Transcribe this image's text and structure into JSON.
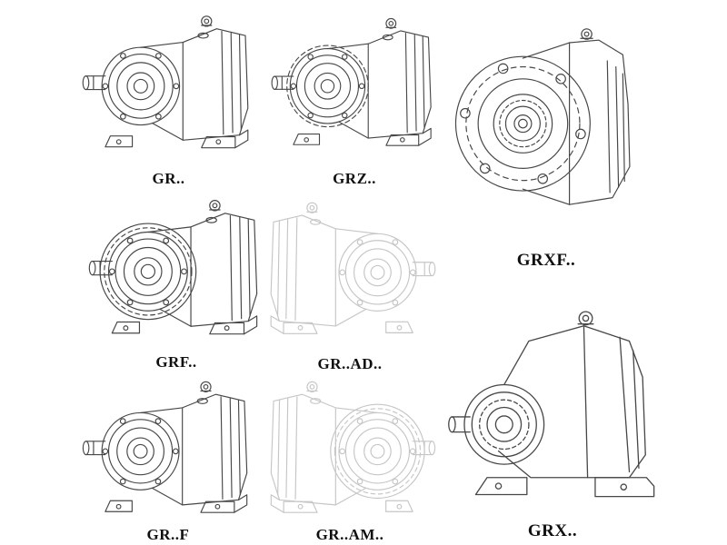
{
  "colors": {
    "background": "#ffffff",
    "line": "#474747",
    "phantom_line": "#c6c6c6",
    "label": "#101010"
  },
  "products": [
    {
      "label": "GR..",
      "style": "solid-line-drawing",
      "position": "row1-left"
    },
    {
      "label": "GRZ..",
      "style": "solid-line-drawing",
      "position": "row1-middle"
    },
    {
      "label": "GRXF..",
      "style": "solid-line-drawing",
      "position": "right-top"
    },
    {
      "label": "GRF..",
      "style": "solid-line-drawing",
      "position": "row2-left"
    },
    {
      "label": "GR..AD..",
      "style": "phantom-line-drawing",
      "position": "row2-middle"
    },
    {
      "label": "GR..F",
      "style": "solid-line-drawing",
      "position": "row3-left"
    },
    {
      "label": "GR..AM..",
      "style": "phantom-line-drawing",
      "position": "row3-middle"
    },
    {
      "label": "GRX..",
      "style": "solid-line-drawing",
      "position": "right-bottom"
    }
  ]
}
